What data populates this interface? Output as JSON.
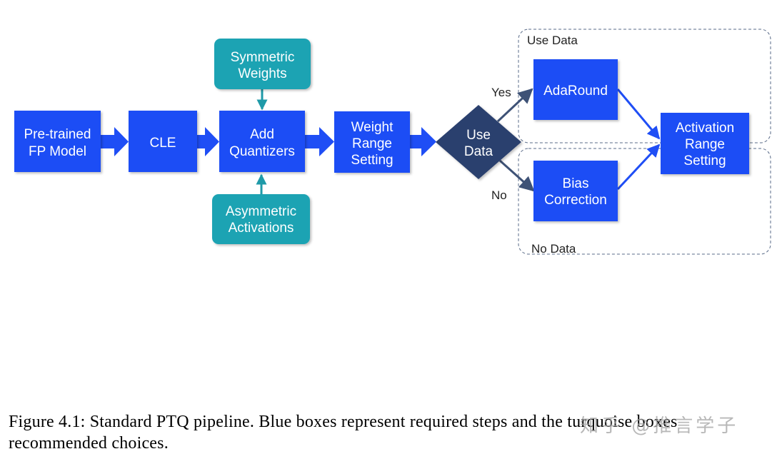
{
  "colors": {
    "required": "#1F4EF5",
    "recommended": "#1FA3B3",
    "decision": "#2B3F6E",
    "arrow_main": "#1F4EF5",
    "arrow_teal": "#1F9AA8",
    "arrow_dark": "#3E5276",
    "region_border": "#5A6B88"
  },
  "nodes": {
    "pretrained": {
      "line1": "Pre-trained",
      "line2": "FP Model"
    },
    "cle": {
      "line1": "CLE"
    },
    "add_quantizers": {
      "line1": "Add",
      "line2": "Quantizers"
    },
    "symmetric_weights": {
      "line1": "Symmetric",
      "line2": "Weights"
    },
    "asymmetric_activations": {
      "line1": "Asymmetric",
      "line2": "Activations"
    },
    "weight_range": {
      "line1": "Weight",
      "line2": "Range",
      "line3": "Setting"
    },
    "use_data": {
      "line1": "Use",
      "line2": "Data"
    },
    "adaround": {
      "line1": "AdaRound"
    },
    "bias_correction": {
      "line1": "Bias",
      "line2": "Correction"
    },
    "activation_range": {
      "line1": "Activation",
      "line2": "Range",
      "line3": "Setting"
    }
  },
  "edge_labels": {
    "yes": "Yes",
    "no": "No"
  },
  "regions": {
    "use_data": "Use Data",
    "no_data": "No Data"
  },
  "caption": "Figure 4.1: Standard PTQ pipeline. Blue boxes represent required steps and the turquoise boxes recommended choices.",
  "watermark": "知乎 @推言学子"
}
